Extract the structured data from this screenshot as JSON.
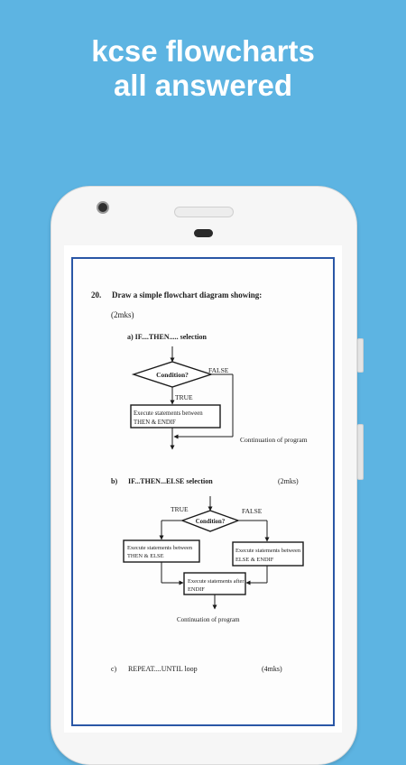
{
  "promo": {
    "line1": "kcse flowcharts",
    "line2": "all answered"
  },
  "document": {
    "question": {
      "number": "20.",
      "prompt": "Draw a simple flowchart diagram showing:",
      "marks": "(2mks)"
    },
    "part_a": {
      "label": "a) IF....THEN..... selection",
      "condition": "Condition?",
      "false_label": "FALSE",
      "true_label": "TRUE",
      "box_line1": "Execute statements between",
      "box_line2": "THEN & ENDIF",
      "continuation": "Continuation of program"
    },
    "part_b": {
      "letter": "b)",
      "label": "IF...THEN...ELSE selection",
      "marks": "(2mks)",
      "true_label": "TRUE",
      "false_label": "FALSE",
      "condition": "Condition?",
      "left_box_line1": "Execute statements between",
      "left_box_line2": "THEN & ELSE",
      "right_box_line1": "Execute statements between",
      "right_box_line2": "ELSE & ENDIF",
      "bottom_box_line1": "Execute statements after",
      "bottom_box_line2": "ENDIF",
      "continuation": "Continuation of program"
    },
    "part_c": {
      "letter": "c)",
      "label": "REPEAT....UNTIL loop",
      "marks": "(4mks)"
    }
  }
}
